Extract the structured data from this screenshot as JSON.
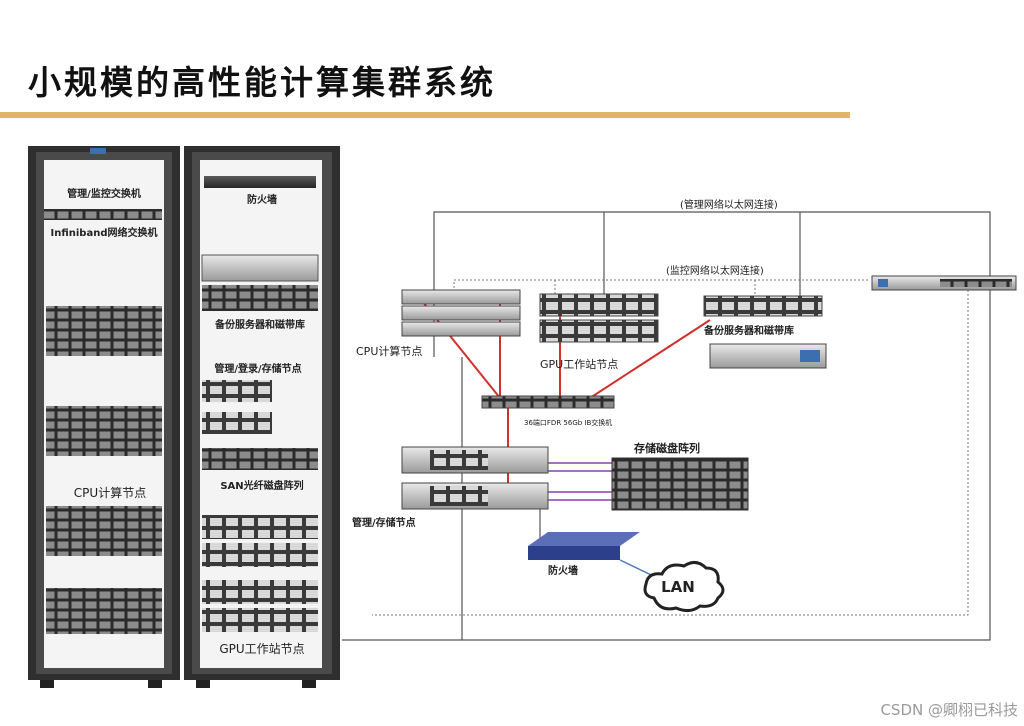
{
  "title": "小规模的高性能计算集群系统",
  "rack_left": {
    "switch_label": "管理/监控交换机",
    "ib_switch_label": "Infiniband网络交换机",
    "cpu_nodes_label": "CPU计算节点"
  },
  "rack_right": {
    "firewall_label": "防火墙",
    "backup_label": "备份服务器和磁带库",
    "mgmt_label": "管理/登录/存储节点",
    "san_label": "SAN光纤磁盘阵列",
    "gpu_label": "GPU工作站节点"
  },
  "network": {
    "mgmt_net_label": "(管理网络以太网连接)",
    "monitor_net_label": "(监控网络以太网连接)",
    "cpu_nodes_label": "CPU计算节点",
    "gpu_nodes_label": "GPU工作站节点",
    "backup_label": "备份服务器和磁带库",
    "ib_switch_label": "36端口FDR 56Gb IB交换机",
    "storage_array_label": "存储磁盘阵列",
    "mgmt_storage_label": "管理/存储节点",
    "firewall_label": "防火墙",
    "lan_label": "LAN"
  },
  "watermark": "CSDN @卿栩已科技",
  "colors": {
    "accent_rule": "#e0b764",
    "ib_link": "#d0312d",
    "storage_link": "#8a3fb0",
    "rack_frame": "#3a3a3a"
  }
}
